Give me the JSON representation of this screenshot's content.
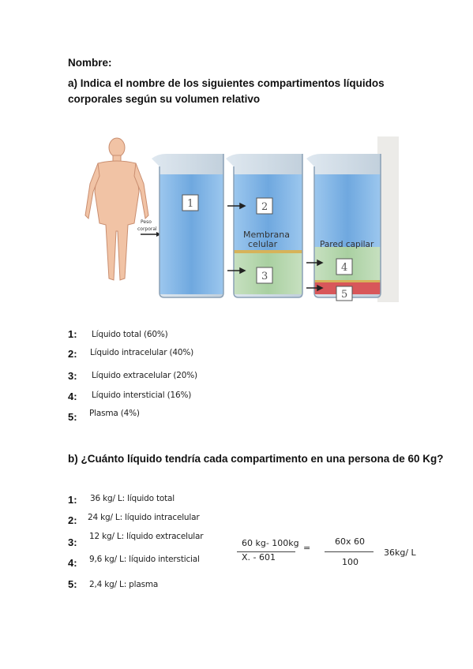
{
  "header": {
    "name_label": "Nombre:"
  },
  "part_a": {
    "question": "a) Indica el nombre de los siguientes compartimentos líquidos corporales según su volumen relativo",
    "figure": {
      "boxes": [
        "1",
        "2",
        "3",
        "4",
        "5"
      ],
      "labels": {
        "peso": "Peso",
        "corporal": "corporal",
        "membrana": "Membrana",
        "celular": "celular",
        "pared": "Pared capilar"
      }
    },
    "answers": [
      {
        "num": "1:",
        "text": "Líquido total (60%)"
      },
      {
        "num": "2:",
        "text": "Líquido intracelular (40%)"
      },
      {
        "num": "3:",
        "text": "Líquido extracelular (20%)"
      },
      {
        "num": "4:",
        "text": "Líquido intersticial (16%)"
      },
      {
        "num": "5:",
        "text": "Plasma (4%)"
      }
    ]
  },
  "part_b": {
    "question": "b) ¿Cuánto líquido tendría cada compartimento en una persona de 60 Kg?",
    "answers": [
      {
        "num": "1:",
        "text": "36 kg/ L: líquido total"
      },
      {
        "num": "2:",
        "text": "24 kg/ L: líquido intracelular"
      },
      {
        "num": "3:",
        "text": "12 kg/ L: líquido extracelular"
      },
      {
        "num": "4:",
        "text": "9,6 kg/ L: líquido intersticial"
      },
      {
        "num": "5:",
        "text": "2,4 kg/ L: plasma"
      }
    ],
    "calc": {
      "left_num": "60 kg- 100kg",
      "left_den": "X. - 601",
      "equals": "=",
      "right_num": "60x 60",
      "right_den": "100",
      "result": "36kg/ L"
    }
  }
}
